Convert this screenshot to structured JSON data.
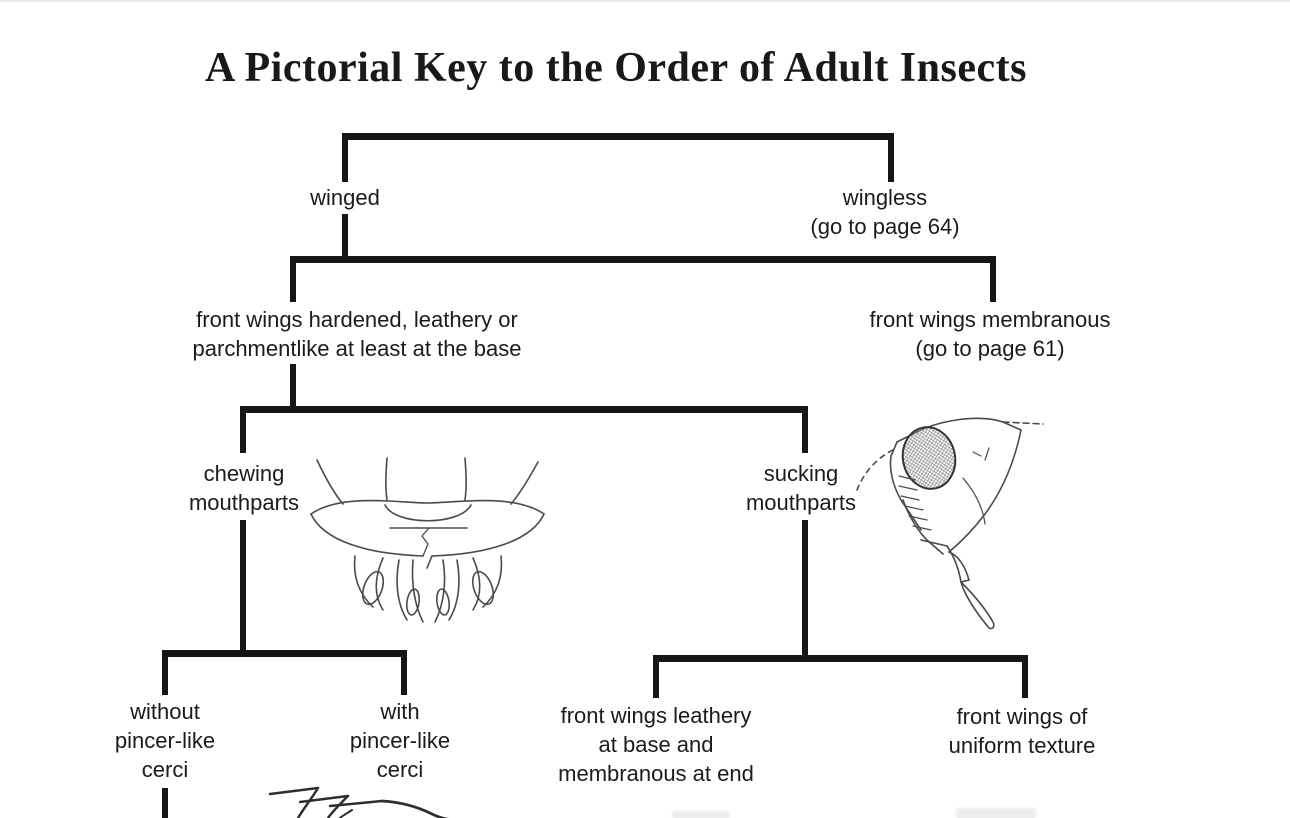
{
  "title": "A Pictorial Key to the Order of Adult Insects",
  "nodes": {
    "winged": "winged",
    "wingless": "wingless\n(go to page 64)",
    "front_wings_hardened": "front wings hardened, leathery or\nparchmentlike at least at the base",
    "front_wings_membranous": "front wings membranous\n(go to page 61)",
    "chewing_mouthparts": "chewing\nmouthparts",
    "sucking_mouthparts": "sucking\nmouthparts",
    "without_pincer_cerci": "without\npincer-like\ncerci",
    "with_pincer_cerci": "with\npincer-like\ncerci",
    "front_wings_leathery_base": "front wings leathery\nat base and\nmembranous at end",
    "front_wings_uniform": "front wings of\nuniform texture"
  },
  "illustrations": {
    "chewing": "line drawing of insect chewing mouthparts (front view, mandibles and palps)",
    "sucking": "line drawing of insect head with large eye and sucking beak (side view)",
    "cerci": "line drawing of segmented abdomen tip with pincer-like cerci (cut off at bottom)"
  },
  "colors": {
    "ink": "#1a1a1a",
    "line": "#161616",
    "background": "#ffffff"
  }
}
